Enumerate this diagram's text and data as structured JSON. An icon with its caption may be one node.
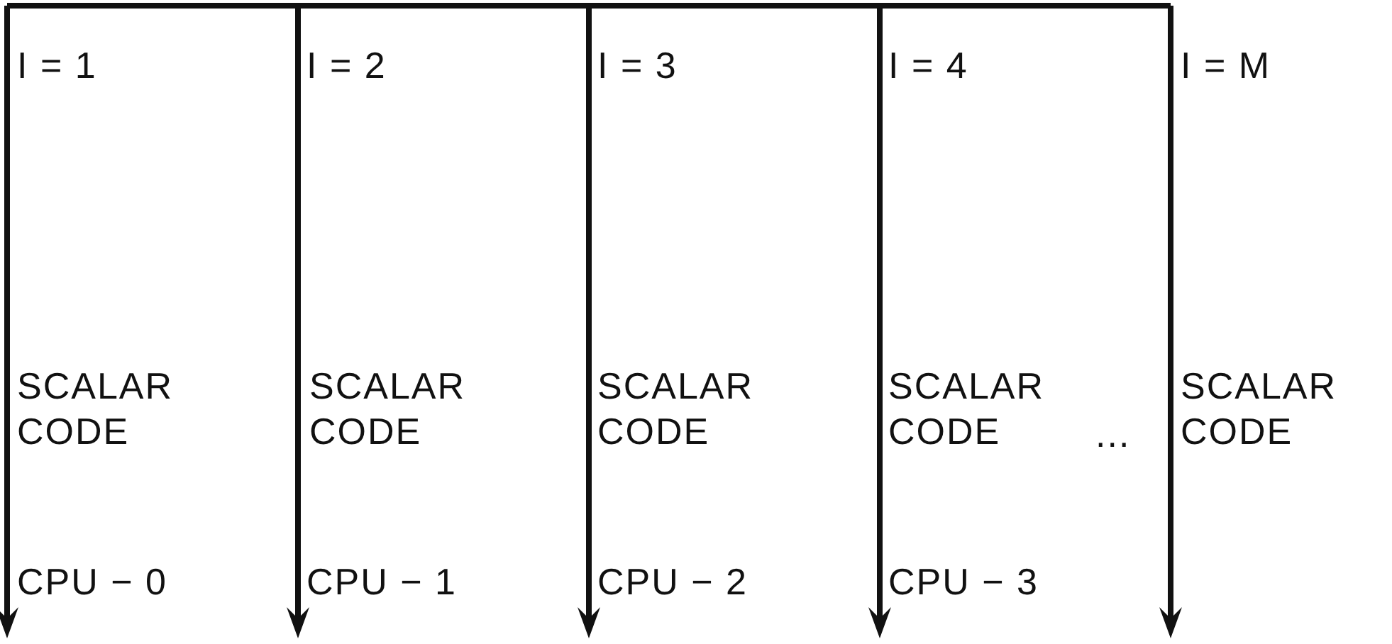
{
  "diagram": {
    "labels": [
      "I = 1",
      "I = 2",
      "I = 3",
      "I = 4",
      "I = M",
      "SCALAR CODE",
      "SCALAR CODE",
      "SCALAR CODE",
      "SCALAR CODE",
      "...",
      "SCALAR CODE",
      "CPU − 0",
      "CPU − 1",
      "CPU − 2",
      "CPU − 3"
    ]
  }
}
